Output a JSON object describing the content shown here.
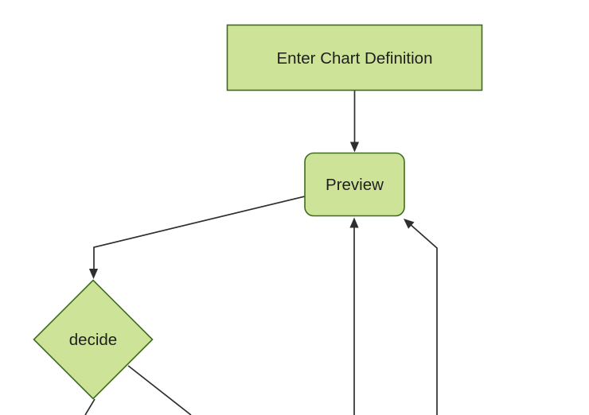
{
  "diagram": {
    "type": "flowchart",
    "orientation": "top-down",
    "nodes": {
      "definition": {
        "id": "definition",
        "label": "Enter Chart Definition",
        "shape": "rectangle"
      },
      "preview": {
        "id": "preview",
        "label": "Preview",
        "shape": "rounded-rectangle"
      },
      "decide": {
        "id": "decide",
        "label": "decide",
        "shape": "diamond"
      }
    },
    "edges": [
      {
        "from": "definition",
        "to": "preview",
        "arrow": true
      },
      {
        "from": "preview",
        "to": "decide",
        "arrow": true
      },
      {
        "from": "offscreen-bottom",
        "to": "preview",
        "arrow": true
      },
      {
        "from": "offscreen-bottom-right",
        "to": "preview",
        "arrow": true
      },
      {
        "from": "decide",
        "to": "offscreen-bottom-left",
        "arrow": false
      },
      {
        "from": "decide",
        "to": "offscreen-bottom-right",
        "arrow": false
      }
    ],
    "colors": {
      "node-fill": "#cde498",
      "node-border": "#3e6c1e",
      "edge-line": "#2e2e2e",
      "label-text": "#1f1f1f",
      "background": "#ffffff"
    }
  }
}
